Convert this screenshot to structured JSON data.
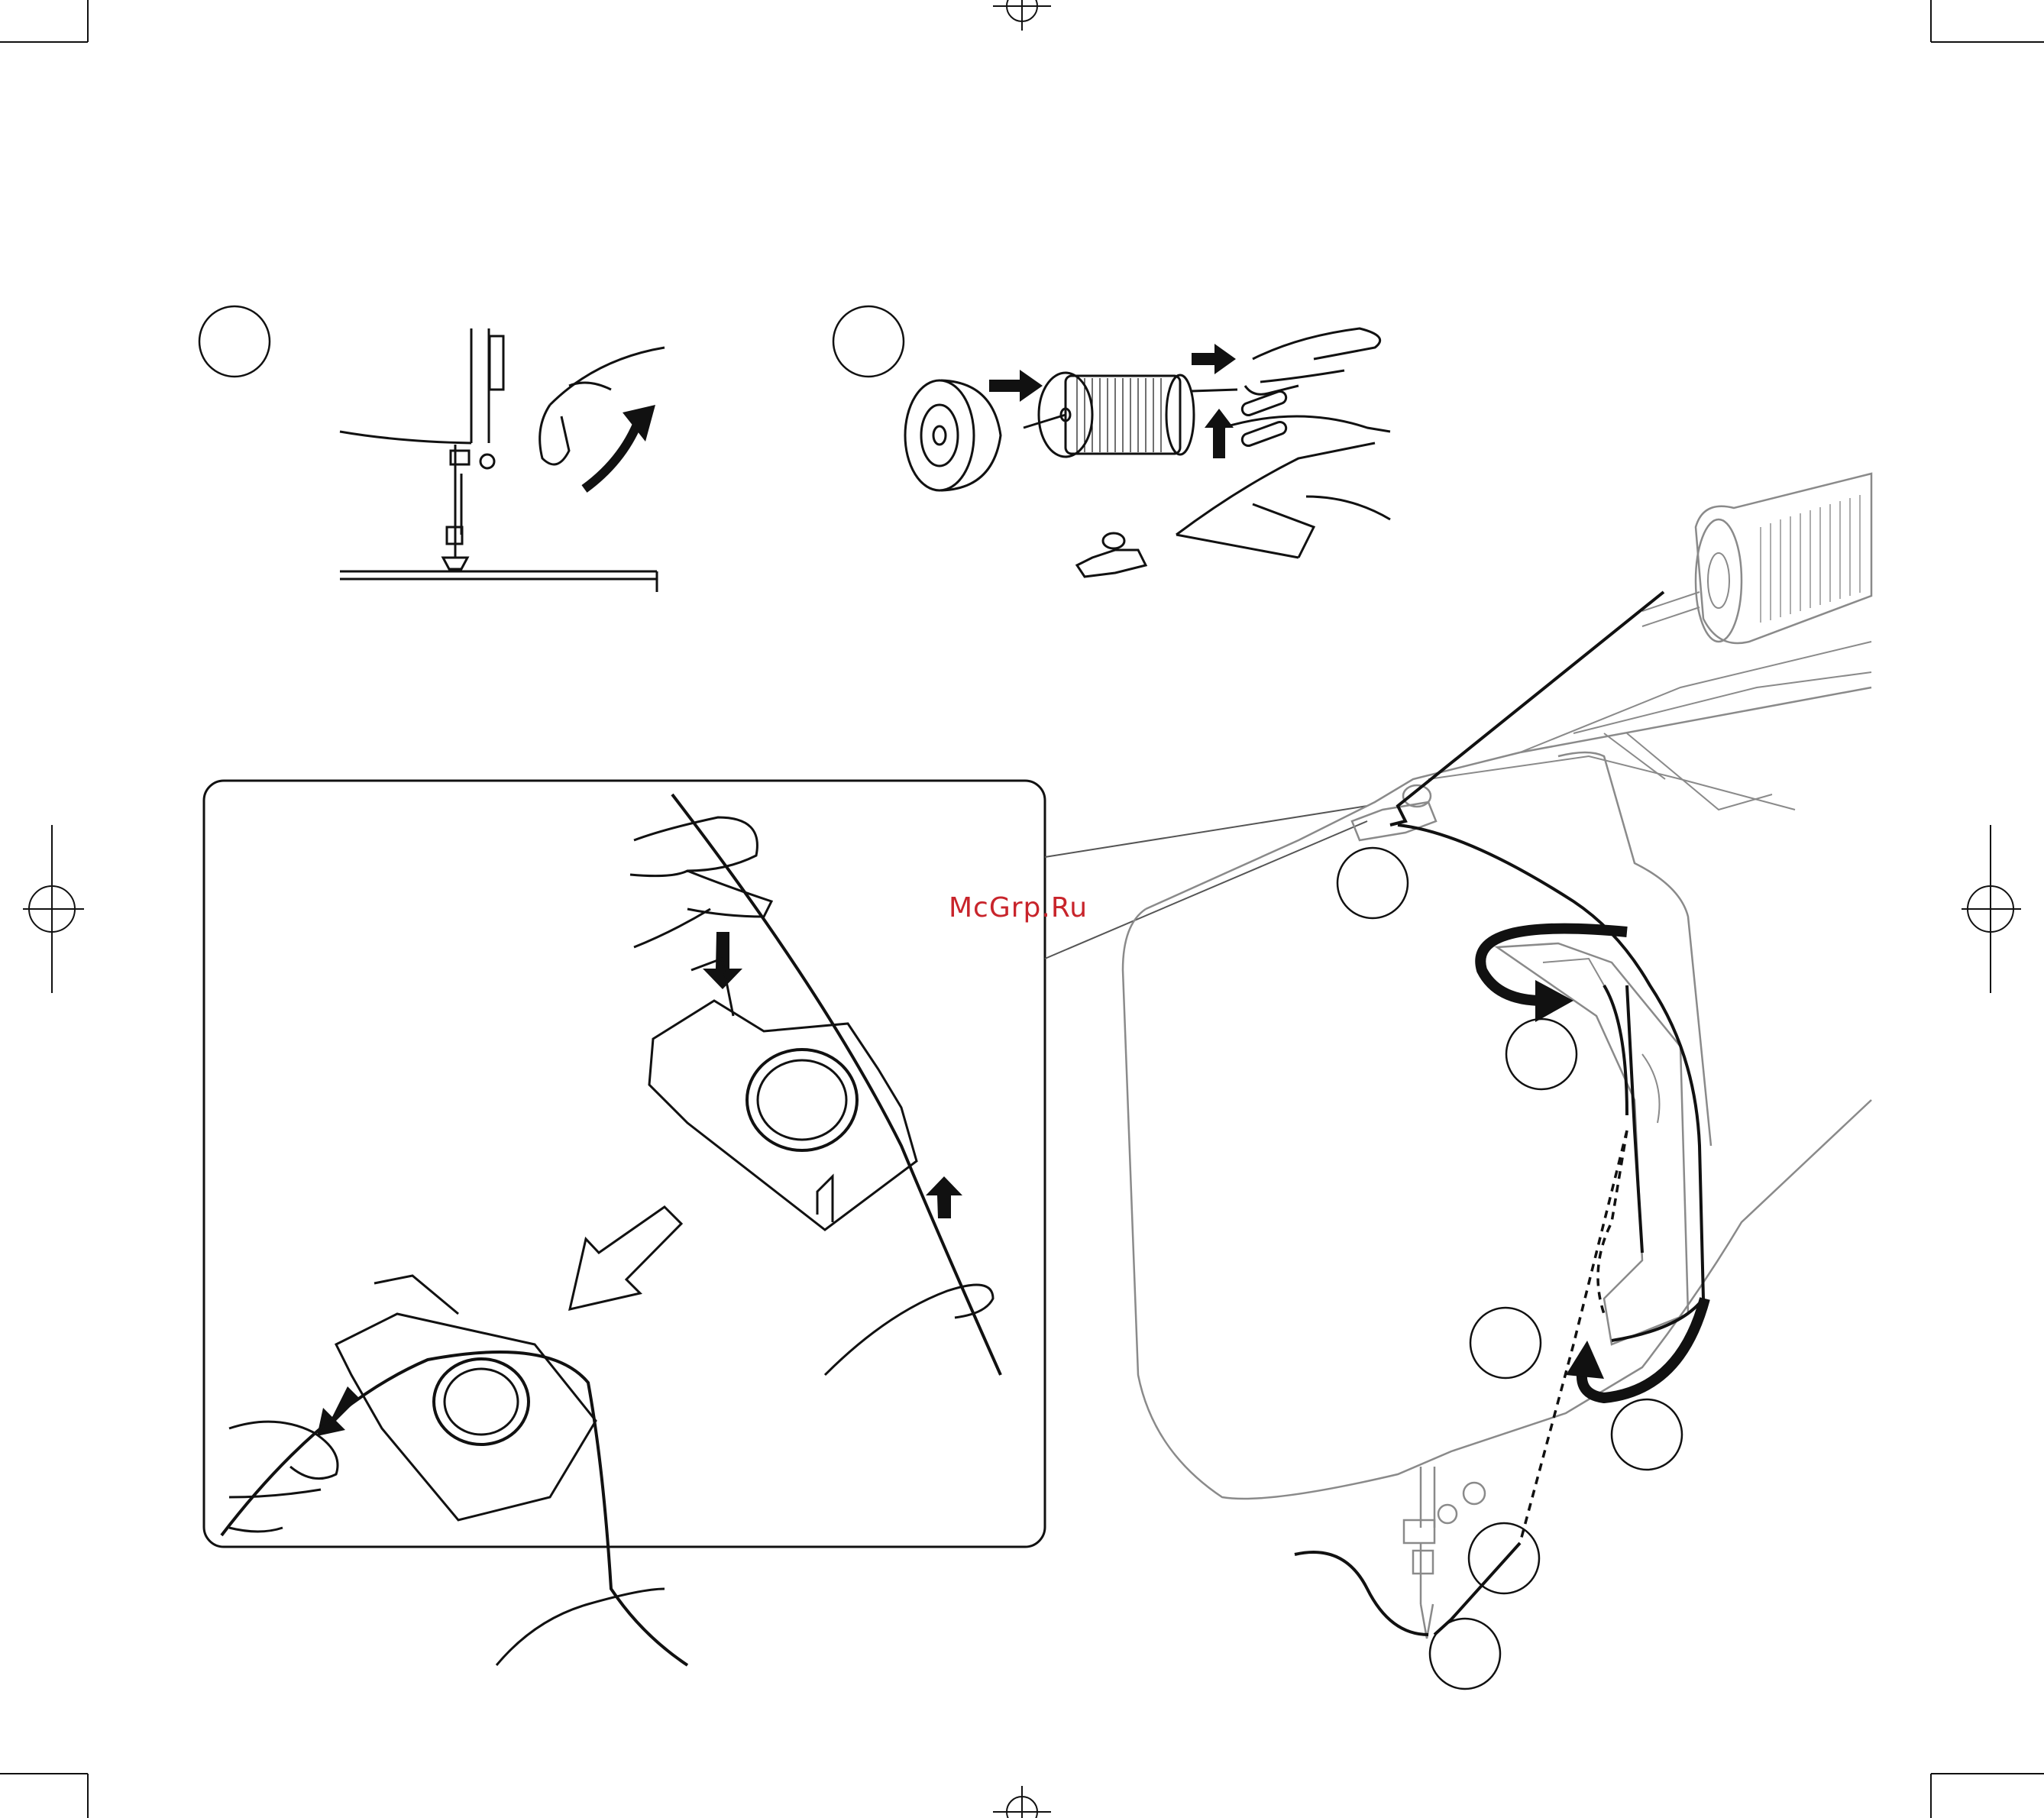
{
  "watermark": {
    "text": "McGrp.Ru",
    "color": "#c8242b"
  },
  "colors": {
    "ink": "#111111",
    "machine_outline": "#8a8a8a",
    "paper": "#ffffff"
  },
  "step_markers": [
    {
      "id": "step-marker-a",
      "label": ""
    },
    {
      "id": "step-marker-b",
      "label": ""
    },
    {
      "id": "step-marker-1",
      "label": ""
    },
    {
      "id": "step-marker-2",
      "label": ""
    },
    {
      "id": "step-marker-3",
      "label": ""
    },
    {
      "id": "step-marker-4",
      "label": ""
    },
    {
      "id": "step-marker-5",
      "label": ""
    },
    {
      "id": "step-marker-6",
      "label": ""
    }
  ]
}
